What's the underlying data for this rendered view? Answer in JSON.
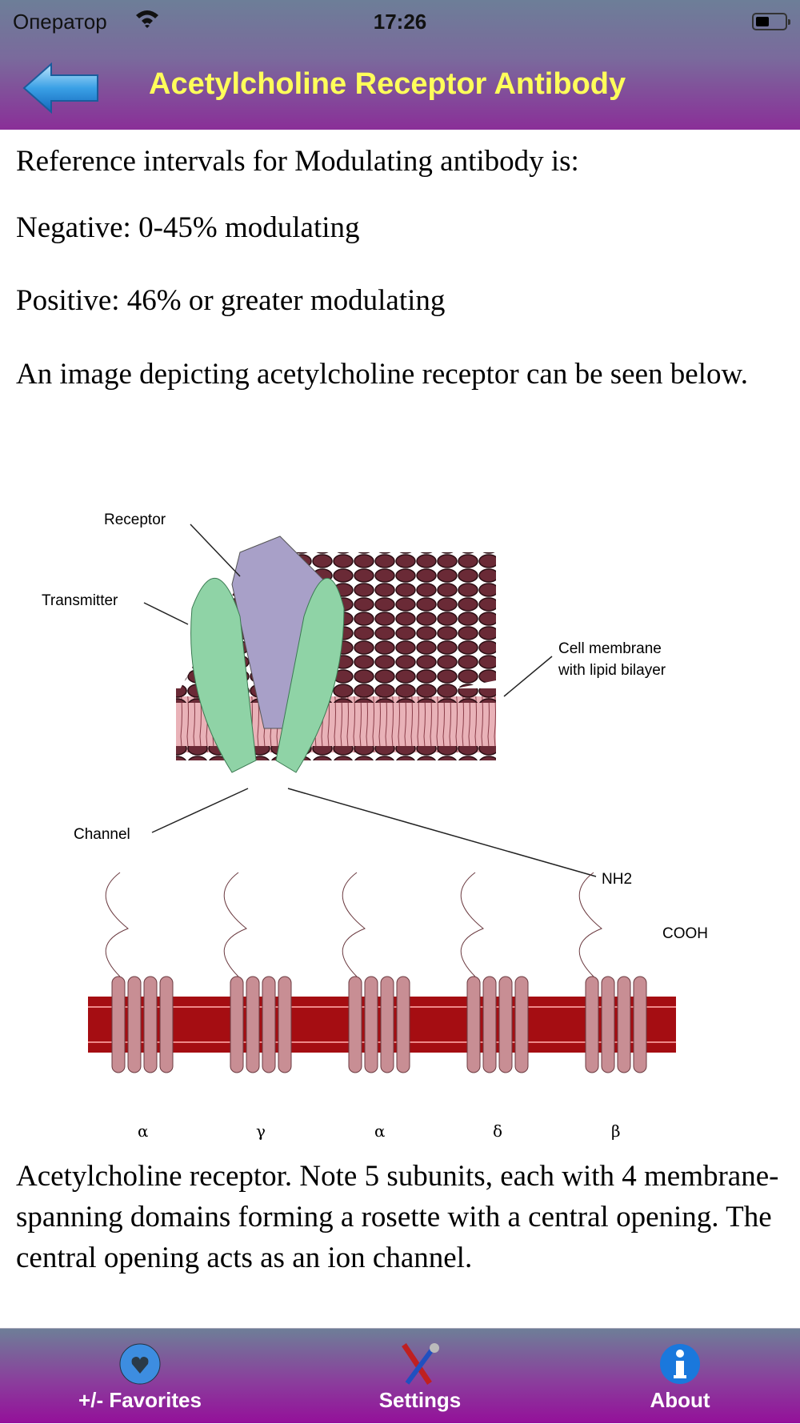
{
  "status": {
    "carrier": "Оператор",
    "time": "17:26"
  },
  "nav": {
    "title": "Acetylcholine Receptor Antibody"
  },
  "content": {
    "p1": "Reference intervals for Modulating antibody is:",
    "p2": "Negative: 0-45% modulating",
    "p3": "Positive: 46% or greater modulating",
    "p4": "An image depicting acetylcholine receptor can be seen below.",
    "caption": "Acetylcholine receptor. Note 5 subunits, each with 4 membrane-spanning domains forming a rosette with a central opening. The central opening acts as an ion channel."
  },
  "diagram": {
    "receptor": "Receptor",
    "transmitter": "Transmitter",
    "membrane1": "Cell membrane",
    "membrane2": "with lipid bilayer",
    "channel": "Channel",
    "nh2": "NH2",
    "cooh": "COOH",
    "subunits": [
      "α",
      "γ",
      "α",
      "δ",
      "β"
    ]
  },
  "toolbar": {
    "favorites": "+/- Favorites",
    "settings": "Settings",
    "about": "About"
  }
}
